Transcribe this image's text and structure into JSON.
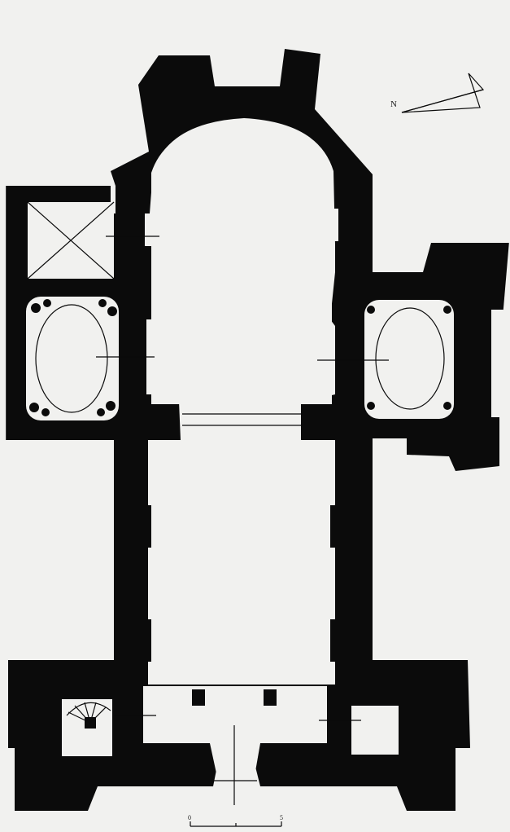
{
  "compass": {
    "north_label": "N"
  },
  "scale_bar": {
    "start_label": "0",
    "end_label": "5"
  },
  "colors": {
    "wall": "#0b0b0b",
    "paper": "#f1f1ef"
  }
}
